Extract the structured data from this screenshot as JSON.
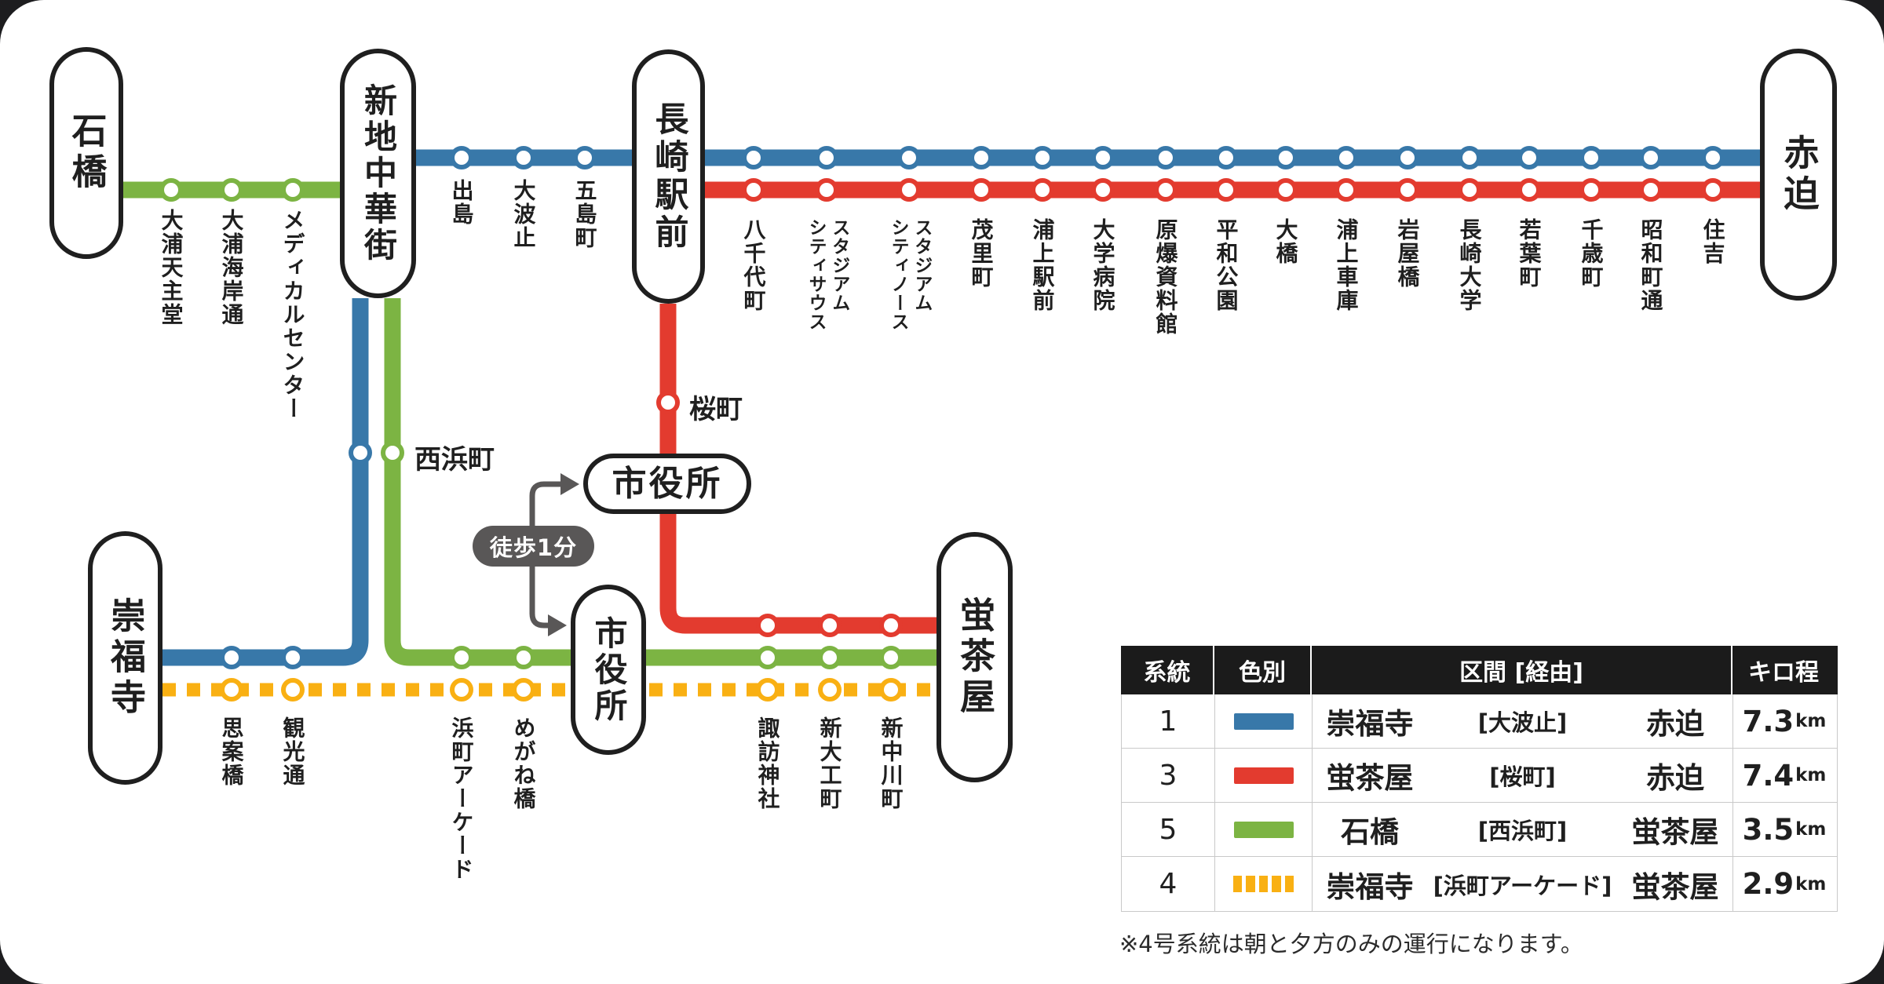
{
  "colors": {
    "blue": "#3878A9",
    "red": "#E33B2F",
    "green": "#7CB443",
    "yellow": "#F9B013",
    "ink": "#1F1F1F",
    "gray": "#595757"
  },
  "map": {
    "terminals": {
      "ishibashi": "石橋",
      "shinchi_chinatown": "新地中華街",
      "nagasaki_ekimae": "長崎駅前",
      "akasako": "赤迫",
      "sofukuji": "崇福寺",
      "hotarujaya": "蛍茶屋",
      "shiyakusho_red": "市役所",
      "shiyakusho_green": "市役所"
    },
    "walk_badge": "徒歩1分",
    "stations": {
      "green_top": [
        "大浦天主堂",
        "大浦海岸通",
        "メディカルセンター"
      ],
      "blue_top": [
        "出島",
        "大波止",
        "五島町"
      ],
      "trunk": [
        "八千代町",
        "スタジアム\nシティサウス",
        "スタジアム\nシティノース",
        "茂里町",
        "浦上駅前",
        "大学病院",
        "原爆資料館",
        "平和公園",
        "大橋",
        "浦上車庫",
        "岩屋橋",
        "長崎大学",
        "若葉町",
        "千歳町",
        "昭和町通",
        "住吉"
      ],
      "nishihamanomachi": "西浜町",
      "sakuramachi": "桜町",
      "bottom_blue": [
        "思案橋",
        "観光通"
      ],
      "bottom_green": [
        "浜町アーケード",
        "めがね橋"
      ],
      "bottom_shared": [
        "諏訪神社",
        "新大工町",
        "新中川町"
      ]
    }
  },
  "table": {
    "headers": [
      "系統",
      "色別",
      "区間 [経由]",
      "キロ程"
    ],
    "rows": [
      {
        "no": "1",
        "line": "blue",
        "style": "solid",
        "from": "崇福寺",
        "via": "[大波止]",
        "to": "赤迫",
        "km": "7.3",
        "unit": "km"
      },
      {
        "no": "3",
        "line": "red",
        "style": "solid",
        "from": "蛍茶屋",
        "via": "[桜町]",
        "to": "赤迫",
        "km": "7.4",
        "unit": "km"
      },
      {
        "no": "5",
        "line": "green",
        "style": "solid",
        "from": "石橋",
        "via": "[西浜町]",
        "to": "蛍茶屋",
        "km": "3.5",
        "unit": "km"
      },
      {
        "no": "4",
        "line": "yellow",
        "style": "dashed",
        "from": "崇福寺",
        "via": "[浜町アーケード]",
        "to": "蛍茶屋",
        "km": "2.9",
        "unit": "km"
      }
    ],
    "note": "※4号系統は朝と夕方のみの運行になります。"
  }
}
